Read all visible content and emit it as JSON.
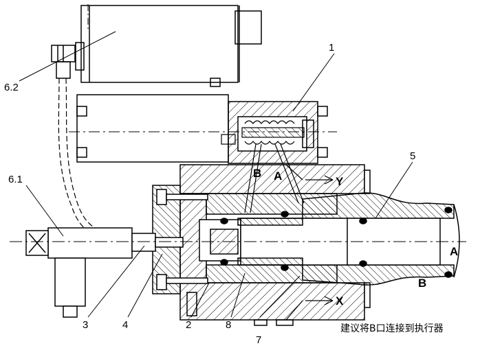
{
  "callouts": {
    "c1": "1",
    "c2": "2",
    "c3": "3",
    "c4": "4",
    "c5": "5",
    "c6_1": "6.1",
    "c6_2": "6.2",
    "c7": "7",
    "c8": "8"
  },
  "ports": {
    "b_pilot": "B",
    "a_pilot": "A",
    "y": "Y",
    "x": "X",
    "a_main": "A",
    "b_main": "B"
  },
  "note": "建议将B口连接到执行器"
}
